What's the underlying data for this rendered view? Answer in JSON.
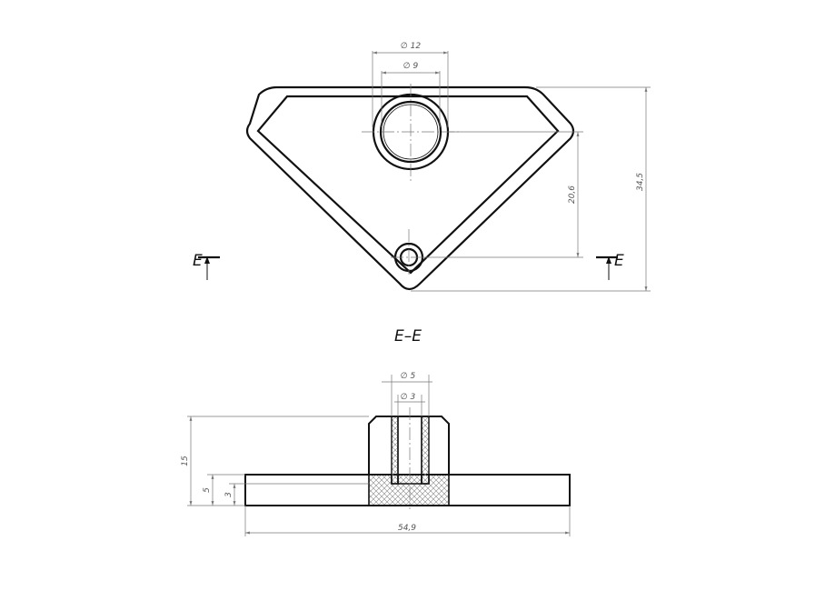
{
  "top_view": {
    "dimensions": {
      "outer_diameter": "∅ 12",
      "inner_diameter": "∅ 9",
      "hole_spacing": "20,6",
      "overall_height": "34,5"
    },
    "section_marks": {
      "left": "E",
      "right": "E"
    }
  },
  "section_view": {
    "title": "E–E",
    "dimensions": {
      "outer_diameter": "∅ 5",
      "inner_diameter": "∅ 3",
      "total_height": "15",
      "plate_height": "5",
      "groove_depth": "3",
      "overall_width": "54,9"
    }
  },
  "colors": {
    "outline": "#111111",
    "dimension_lines": "#777777",
    "hatch": "#888888"
  }
}
